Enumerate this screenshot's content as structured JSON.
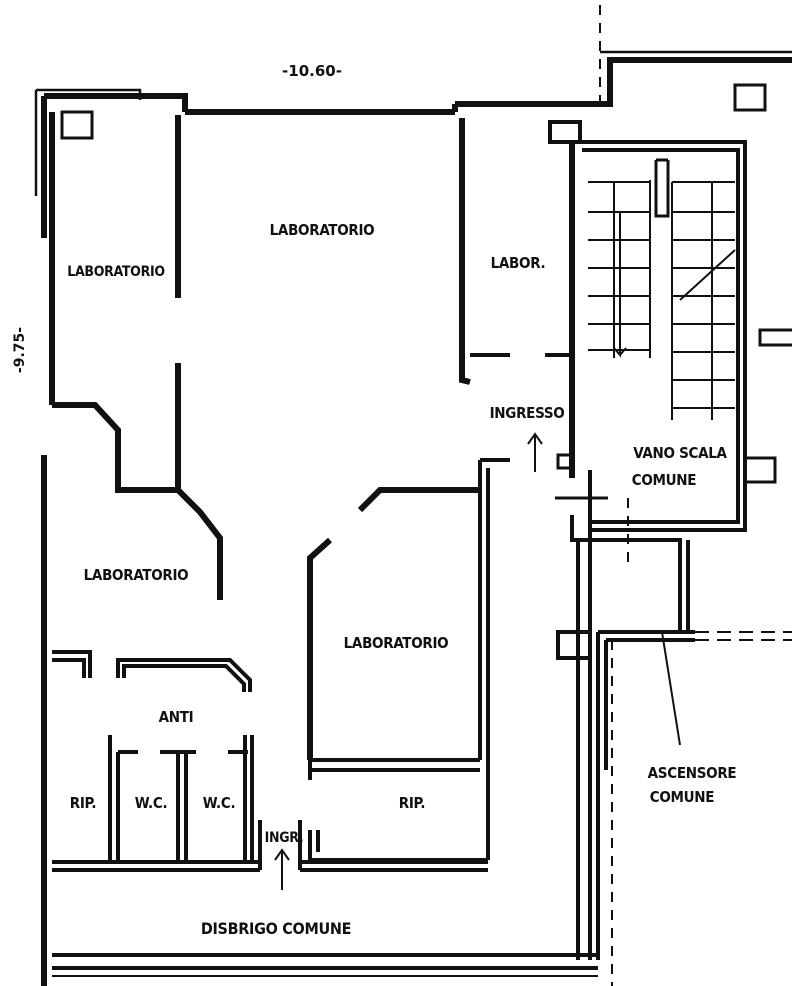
{
  "dimensions": {
    "width": "-10.60-",
    "depth": "-9.75-"
  },
  "rooms": {
    "lab_top_left": "LABORATORIO",
    "lab_top_center": "LABORATORIO",
    "lab_top_right": "LABOR.",
    "lab_mid_left": "LABORATORIO",
    "lab_center": "LABORATORIO",
    "anti": "ANTI",
    "rip_left": "RIP.",
    "wc_1": "W.C.",
    "wc_2": "W.C.",
    "rip_right": "RIP."
  },
  "entrances": {
    "main": "INGRESSO",
    "secondary": "INGR."
  },
  "common_areas": {
    "stair_line1": "VANO SCALA",
    "stair_line2": "COMUNE",
    "lift_line1": "ASCENSORE",
    "lift_line2": "COMUNE",
    "corridor": "DISBRIGO COMUNE"
  }
}
